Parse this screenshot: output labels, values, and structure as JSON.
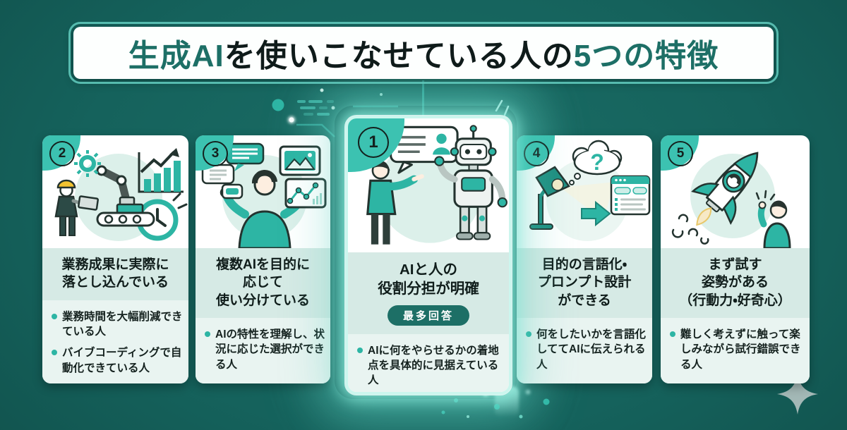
{
  "palette": {
    "background": "#15625c",
    "banner_bg": "#fdfffe",
    "banner_outline": "#5ec7b9",
    "accent_teal": "#2db5a4",
    "corner_blob": "#3cc2b1",
    "heading_band": "#d6eae5",
    "bullet_band": "#e9f4f1",
    "badge_bg": "#1d6f66",
    "title_teal": "#1d6f66",
    "text_dark": "#101d1b",
    "glow": "#ccf6ee",
    "sparkle_grey": "#a3b8b6"
  },
  "title": {
    "part1": "生成AI",
    "part2": "を使いこなせている人の",
    "part3": "5つの特徴"
  },
  "cards": [
    {
      "number": "2",
      "heading": "業務成果に実際に\n落とし込んでいる",
      "bullets": [
        "業務時間を大幅削減できている人",
        "バイブコーディングで自動化できている人"
      ],
      "illustration": "factory-automation-worker-robot-arm-chart-clock"
    },
    {
      "number": "3",
      "heading": "複数AIを目的に\n応じて\n使い分けている",
      "bullets": [
        "AIの特性を理解し、状況に応じた選択ができる人"
      ],
      "illustration": "person-choosing-between-ai-tools-speech-bubbles-image-chart"
    },
    {
      "number": "1",
      "heading": "AIと人の\n役割分担が明確",
      "badge": "最多回答",
      "bullets": [
        "AIに何をやらせるかの着地点を具体的に見据えている人"
      ],
      "illustration": "human-instructing-robot-speech-bubble",
      "highlight": true
    },
    {
      "number": "4",
      "heading": "目的の言語化・\nプロンプト設計\nができる",
      "bullets": [
        "何をしたいかを言語化しててAIに伝えられる人"
      ],
      "illustration": "lamp-question-cloud-arrow-prompt-window"
    },
    {
      "number": "5",
      "heading": "まず試す\n姿勢がある\n（行動力・好奇心）",
      "bullets": [
        "難しく考えずに触って楽しみながら試行錯誤できる人"
      ],
      "illustration": "launching-rocket-with-person-pointing"
    }
  ],
  "icons": {
    "sparkle": "four-point-star-sparkle",
    "particles": "glowing-dots",
    "circuit": "circuit-trace-lines"
  }
}
